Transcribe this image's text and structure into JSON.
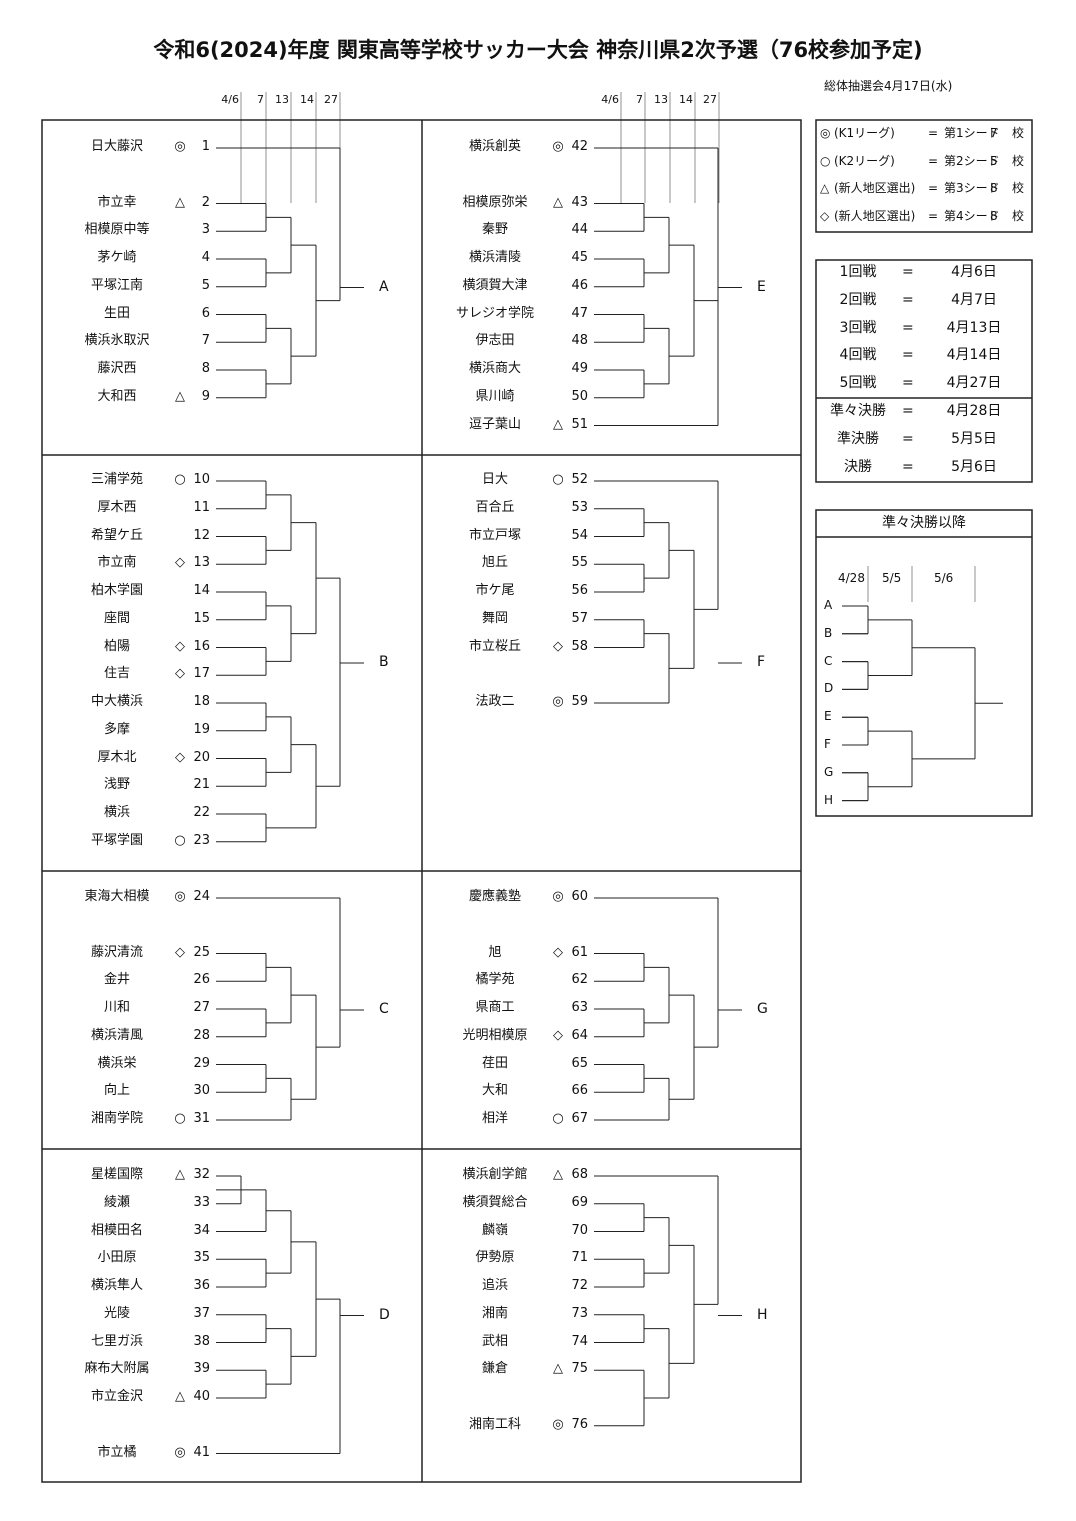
{
  "title": "令和6(2024)年度 関東高等学校サッカー大会 神奈川県2次予選（76校参加予定)",
  "lottery_note": "総体抽選会4月17日(水)",
  "round_header": [
    "4/6",
    "7",
    "13",
    "14",
    "27"
  ],
  "legend": [
    {
      "mark": "◎",
      "league": "(K1リーグ)",
      "eq": "=",
      "seed": "第1シード",
      "count": "7",
      "unit": "校"
    },
    {
      "mark": "○",
      "league": "(K2リーグ)",
      "eq": "=",
      "seed": "第2シード",
      "count": "5",
      "unit": "校"
    },
    {
      "mark": "△",
      "league": "(新人地区選出)",
      "eq": "=",
      "seed": "第3シード",
      "count": "8",
      "unit": "校"
    },
    {
      "mark": "◇",
      "league": "(新人地区選出)",
      "eq": "=",
      "seed": "第4シード",
      "count": "8",
      "unit": "校"
    }
  ],
  "schedule": [
    {
      "round": "1回戦",
      "eq": "=",
      "date": "4月6日"
    },
    {
      "round": "2回戦",
      "eq": "=",
      "date": "4月7日"
    },
    {
      "round": "3回戦",
      "eq": "=",
      "date": "4月13日"
    },
    {
      "round": "4回戦",
      "eq": "=",
      "date": "4月14日"
    },
    {
      "round": "5回戦",
      "eq": "=",
      "date": "4月27日"
    },
    {
      "round": "準々決勝",
      "eq": "=",
      "date": "4月28日"
    },
    {
      "round": "準決勝",
      "eq": "=",
      "date": "5月5日"
    },
    {
      "round": "決勝",
      "eq": "=",
      "date": "5月6日"
    }
  ],
  "knockout": {
    "title": "準々決勝以降",
    "dates": [
      "4/28",
      "5/5",
      "5/6"
    ],
    "groups": [
      "A",
      "B",
      "C",
      "D",
      "E",
      "F",
      "G",
      "H"
    ]
  },
  "blocks": [
    {
      "label": "A",
      "teams": [
        {
          "name": "日大藤沢",
          "mark": "◎",
          "num": "1"
        },
        {
          "name": "市立幸",
          "mark": "△",
          "num": "2"
        },
        {
          "name": "相模原中等",
          "mark": "",
          "num": "3"
        },
        {
          "name": "茅ケ崎",
          "mark": "",
          "num": "4"
        },
        {
          "name": "平塚江南",
          "mark": "",
          "num": "5"
        },
        {
          "name": "生田",
          "mark": "",
          "num": "6"
        },
        {
          "name": "横浜氷取沢",
          "mark": "",
          "num": "7"
        },
        {
          "name": "藤沢西",
          "mark": "",
          "num": "8"
        },
        {
          "name": "大和西",
          "mark": "△",
          "num": "9"
        }
      ]
    },
    {
      "label": "B",
      "teams": [
        {
          "name": "三浦学苑",
          "mark": "○",
          "num": "10"
        },
        {
          "name": "厚木西",
          "mark": "",
          "num": "11"
        },
        {
          "name": "希望ケ丘",
          "mark": "",
          "num": "12"
        },
        {
          "name": "市立南",
          "mark": "◇",
          "num": "13"
        },
        {
          "name": "柏木学園",
          "mark": "",
          "num": "14"
        },
        {
          "name": "座間",
          "mark": "",
          "num": "15"
        },
        {
          "name": "柏陽",
          "mark": "◇",
          "num": "16"
        },
        {
          "name": "住吉",
          "mark": "◇",
          "num": "17"
        },
        {
          "name": "中大横浜",
          "mark": "",
          "num": "18"
        },
        {
          "name": "多摩",
          "mark": "",
          "num": "19"
        },
        {
          "name": "厚木北",
          "mark": "◇",
          "num": "20"
        },
        {
          "name": "浅野",
          "mark": "",
          "num": "21"
        },
        {
          "name": "横浜",
          "mark": "",
          "num": "22"
        },
        {
          "name": "平塚学園",
          "mark": "○",
          "num": "23"
        }
      ]
    },
    {
      "label": "C",
      "teams": [
        {
          "name": "東海大相模",
          "mark": "◎",
          "num": "24"
        },
        {
          "name": "藤沢清流",
          "mark": "◇",
          "num": "25"
        },
        {
          "name": "金井",
          "mark": "",
          "num": "26"
        },
        {
          "name": "川和",
          "mark": "",
          "num": "27"
        },
        {
          "name": "横浜清風",
          "mark": "",
          "num": "28"
        },
        {
          "name": "横浜栄",
          "mark": "",
          "num": "29"
        },
        {
          "name": "向上",
          "mark": "",
          "num": "30"
        },
        {
          "name": "湘南学院",
          "mark": "○",
          "num": "31"
        }
      ]
    },
    {
      "label": "D",
      "teams": [
        {
          "name": "星槎国際",
          "mark": "△",
          "num": "32"
        },
        {
          "name": "綾瀬",
          "mark": "",
          "num": "33"
        },
        {
          "name": "相模田名",
          "mark": "",
          "num": "34"
        },
        {
          "name": "小田原",
          "mark": "",
          "num": "35"
        },
        {
          "name": "横浜隼人",
          "mark": "",
          "num": "36"
        },
        {
          "name": "光陵",
          "mark": "",
          "num": "37"
        },
        {
          "name": "七里ガ浜",
          "mark": "",
          "num": "38"
        },
        {
          "name": "麻布大附属",
          "mark": "",
          "num": "39"
        },
        {
          "name": "市立金沢",
          "mark": "△",
          "num": "40"
        },
        {
          "name": "市立橘",
          "mark": "◎",
          "num": "41"
        }
      ]
    },
    {
      "label": "E",
      "teams": [
        {
          "name": "横浜創英",
          "mark": "◎",
          "num": "42"
        },
        {
          "name": "相模原弥栄",
          "mark": "△",
          "num": "43"
        },
        {
          "name": "秦野",
          "mark": "",
          "num": "44"
        },
        {
          "name": "横浜清陵",
          "mark": "",
          "num": "45"
        },
        {
          "name": "横須賀大津",
          "mark": "",
          "num": "46"
        },
        {
          "name": "サレジオ学院",
          "mark": "",
          "num": "47"
        },
        {
          "name": "伊志田",
          "mark": "",
          "num": "48"
        },
        {
          "name": "横浜商大",
          "mark": "",
          "num": "49"
        },
        {
          "name": "県川崎",
          "mark": "",
          "num": "50"
        },
        {
          "name": "逗子葉山",
          "mark": "△",
          "num": "51"
        }
      ]
    },
    {
      "label": "F",
      "teams": [
        {
          "name": "日大",
          "mark": "○",
          "num": "52"
        },
        {
          "name": "百合丘",
          "mark": "",
          "num": "53"
        },
        {
          "name": "市立戸塚",
          "mark": "",
          "num": "54"
        },
        {
          "name": "旭丘",
          "mark": "",
          "num": "55"
        },
        {
          "name": "市ケ尾",
          "mark": "",
          "num": "56"
        },
        {
          "name": "舞岡",
          "mark": "",
          "num": "57"
        },
        {
          "name": "市立桜丘",
          "mark": "◇",
          "num": "58"
        },
        {
          "name": "法政二",
          "mark": "◎",
          "num": "59"
        }
      ]
    },
    {
      "label": "G",
      "teams": [
        {
          "name": "慶應義塾",
          "mark": "◎",
          "num": "60"
        },
        {
          "name": "旭",
          "mark": "◇",
          "num": "61"
        },
        {
          "name": "橘学苑",
          "mark": "",
          "num": "62"
        },
        {
          "name": "県商工",
          "mark": "",
          "num": "63"
        },
        {
          "name": "光明相模原",
          "mark": "◇",
          "num": "64"
        },
        {
          "name": "荏田",
          "mark": "",
          "num": "65"
        },
        {
          "name": "大和",
          "mark": "",
          "num": "66"
        },
        {
          "name": "相洋",
          "mark": "○",
          "num": "67"
        }
      ]
    },
    {
      "label": "H",
      "teams": [
        {
          "name": "横浜創学館",
          "mark": "△",
          "num": "68"
        },
        {
          "name": "横須賀総合",
          "mark": "",
          "num": "69"
        },
        {
          "name": "麟嶺",
          "mark": "",
          "num": "70"
        },
        {
          "name": "伊勢原",
          "mark": "",
          "num": "71"
        },
        {
          "name": "追浜",
          "mark": "",
          "num": "72"
        },
        {
          "name": "湘南",
          "mark": "",
          "num": "73"
        },
        {
          "name": "武相",
          "mark": "",
          "num": "74"
        },
        {
          "name": "鎌倉",
          "mark": "△",
          "num": "75"
        },
        {
          "name": "湘南工科",
          "mark": "◎",
          "num": "76"
        }
      ]
    }
  ]
}
